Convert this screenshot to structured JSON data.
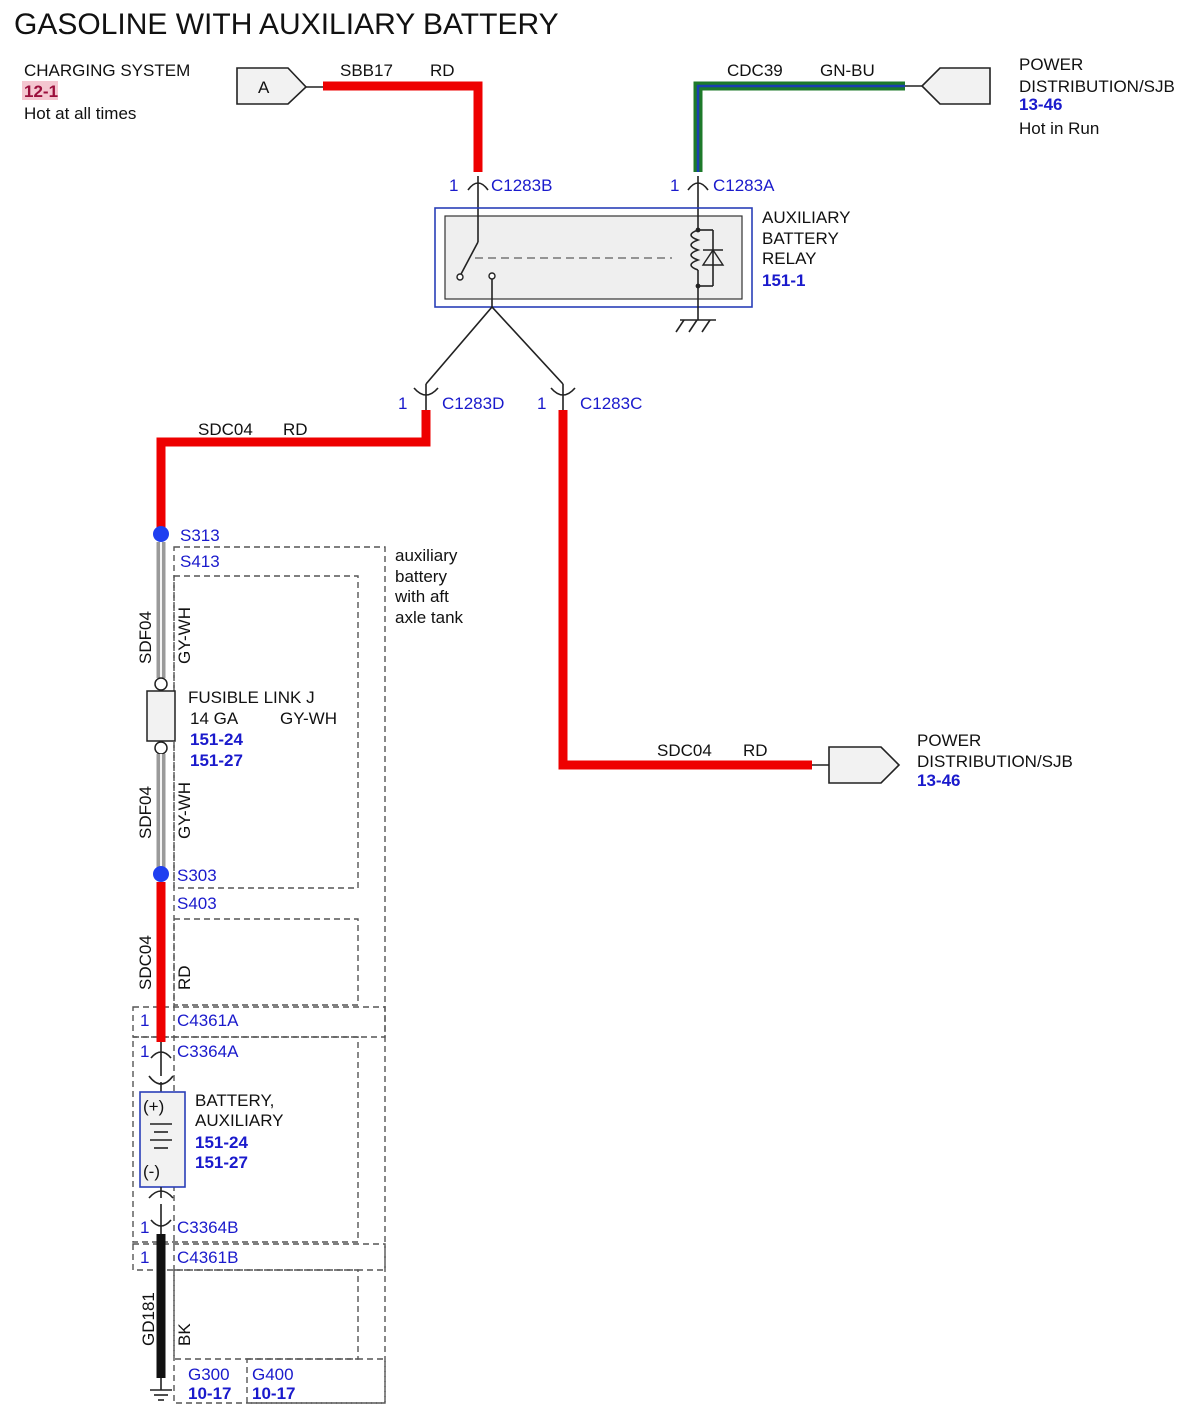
{
  "title": "GASOLINE WITH AUXILIARY BATTERY",
  "charging": {
    "label": "CHARGING SYSTEM",
    "ref": "12-1",
    "note": "Hot at all times",
    "connector_letter": "A",
    "circuit": "SBB17",
    "color": "RD"
  },
  "power_top": {
    "line1": "POWER",
    "line2": "DISTRIBUTION/SJB",
    "ref": "13-46",
    "note": "Hot in Run",
    "circuit": "CDC39",
    "color": "GN-BU"
  },
  "relay": {
    "line1": "AUXILIARY",
    "line2": "BATTERY",
    "line3": "RELAY",
    "ref": "151-1",
    "pin_b": "1",
    "conn_b": "C1283B",
    "pin_a": "1",
    "conn_a": "C1283A",
    "pin_d": "1",
    "conn_d": "C1283D",
    "pin_c": "1",
    "conn_c": "C1283C"
  },
  "left_wire": {
    "circuit": "SDC04",
    "color": "RD"
  },
  "power_bottom": {
    "line1": "POWER",
    "line2": "DISTRIBUTION/SJB",
    "ref": "13-46",
    "circuit": "SDC04",
    "color": "RD"
  },
  "splices": {
    "s313": "S313",
    "s413": "S413",
    "s303": "S303",
    "s403": "S403"
  },
  "option_note": {
    "line1": "auxiliary",
    "line2": "battery",
    "line3": "with aft",
    "line4": "axle tank"
  },
  "sdf_upper": {
    "circuit": "SDF04",
    "color": "GY-WH"
  },
  "fusible_link": {
    "name": "FUSIBLE LINK J",
    "gauge": "14 GA",
    "color": "GY-WH",
    "ref1": "151-24",
    "ref2": "151-27"
  },
  "sdf_lower": {
    "circuit": "SDF04",
    "color": "GY-WH"
  },
  "sdc_lower": {
    "circuit": "SDC04",
    "color": "RD"
  },
  "connectors": {
    "c4361a_pin": "1",
    "c4361a": "C4361A",
    "c3364a_pin": "1",
    "c3364a": "C3364A",
    "c3364b_pin": "1",
    "c3364b": "C3364B",
    "c4361b_pin": "1",
    "c4361b": "C4361B"
  },
  "battery": {
    "line1": "BATTERY,",
    "line2": "AUXILIARY",
    "ref1": "151-24",
    "ref2": "151-27",
    "plus": "(+)",
    "minus": "(-)"
  },
  "ground": {
    "circuit": "GD181",
    "color": "BK",
    "g300": "G300",
    "g300_ref": "10-17",
    "g400": "G400",
    "g400_ref": "10-17"
  },
  "colors": {
    "wire_red": "#ee0000",
    "wire_green": "#1d7a2a",
    "wire_blue": "#1a3fb0",
    "wire_gray": "#9a9a9a",
    "wire_black": "#111111",
    "label_blue": "#1a1acc",
    "splice_dot": "#1f3ff0",
    "ref_highlight": "#f4c6d0"
  }
}
